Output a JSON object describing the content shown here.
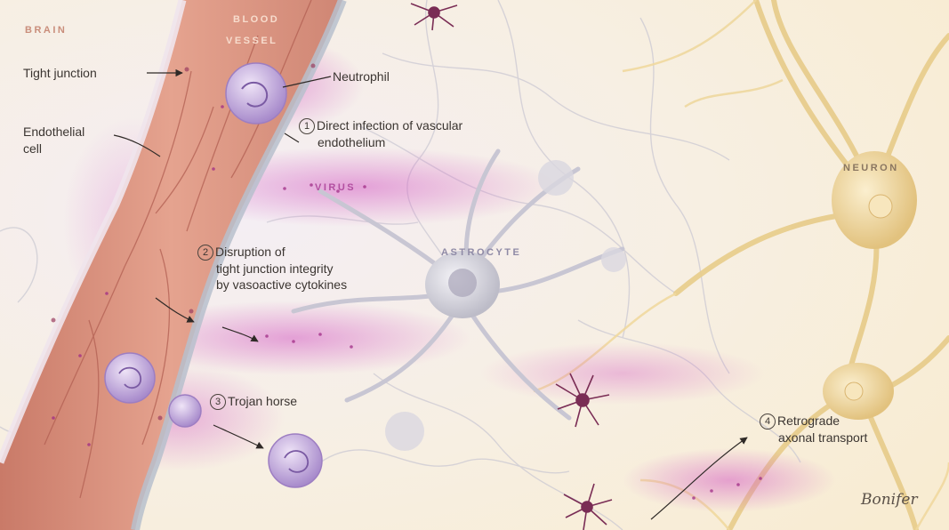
{
  "regions": {
    "brain": "BRAIN",
    "blood_vessel_line1": "BLOOD",
    "blood_vessel_line2": "VESSEL",
    "virus": "VIRUS",
    "astrocyte": "ASTROCYTE",
    "neuron": "NEURON"
  },
  "labels": {
    "tight_junction": "Tight junction",
    "endothelial_line1": "Endothelial",
    "endothelial_line2": "cell",
    "neutrophil": "Neutrophil"
  },
  "steps": [
    {
      "num": "1",
      "lines": [
        "Direct infection of vascular",
        "endothelium"
      ]
    },
    {
      "num": "2",
      "lines": [
        "Disruption of",
        "tight junction integrity",
        "by vasoactive cytokines"
      ]
    },
    {
      "num": "3",
      "lines": [
        "Trojan horse"
      ]
    },
    {
      "num": "4",
      "lines": [
        "Retrograde",
        "axonal transport"
      ]
    }
  ],
  "signature": "Bonifer",
  "colors": {
    "background": "#fbf5ea",
    "vessel_wall": "#d98d7a",
    "virus_haze": "#d66fc6",
    "neuron": "#f0d79a",
    "astrocyte": "#d8d6de",
    "leukocyte": "#b79ad6",
    "microglia": "#7a2d55"
  }
}
